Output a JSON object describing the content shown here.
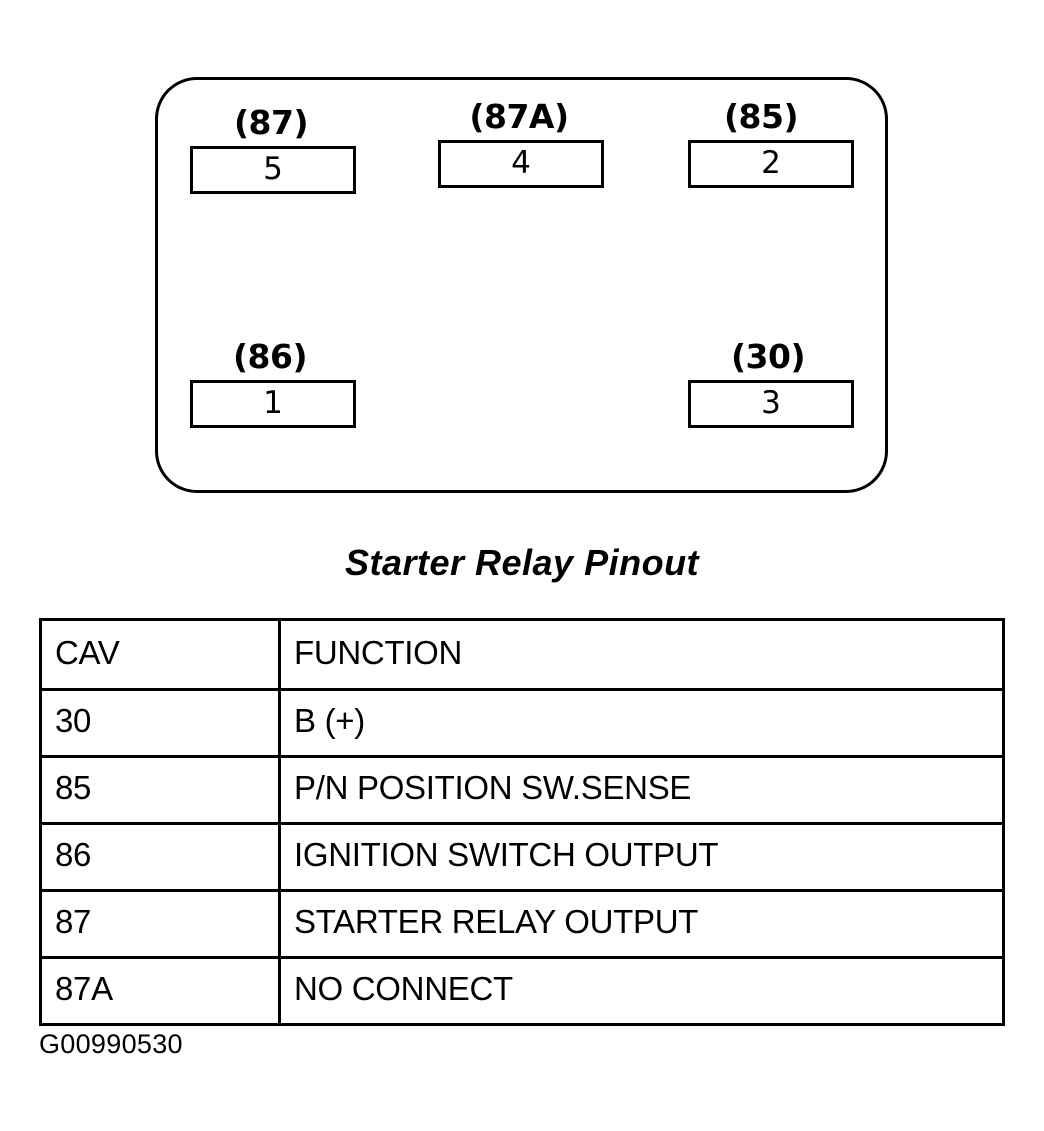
{
  "figure": {
    "caption": "Starter Relay Pinout",
    "id_code": "G00990530"
  },
  "relay_diagram": {
    "terminals": [
      {
        "key": "87",
        "label": "(87)",
        "number": "5",
        "row": "top",
        "position": "left"
      },
      {
        "key": "87A",
        "label": "(87A)",
        "number": "4",
        "row": "top",
        "position": "center"
      },
      {
        "key": "85",
        "label": "(85)",
        "number": "2",
        "row": "top",
        "position": "right"
      },
      {
        "key": "86",
        "label": "(86)",
        "number": "1",
        "row": "bottom",
        "position": "left"
      },
      {
        "key": "30",
        "label": "(30)",
        "number": "3",
        "row": "bottom",
        "position": "right"
      }
    ]
  },
  "pinout_table": {
    "columns": [
      "CAV",
      "FUNCTION"
    ],
    "rows": [
      {
        "cav": "30",
        "function": "B (+)"
      },
      {
        "cav": "85",
        "function": "P/N POSITION SW.SENSE"
      },
      {
        "cav": "86",
        "function": "IGNITION SWITCH OUTPUT"
      },
      {
        "cav": "87",
        "function": "STARTER RELAY OUTPUT"
      },
      {
        "cav": "87A",
        "function": "NO CONNECT"
      }
    ]
  },
  "colors": {
    "ink": "#000000",
    "paper": "#ffffff"
  }
}
